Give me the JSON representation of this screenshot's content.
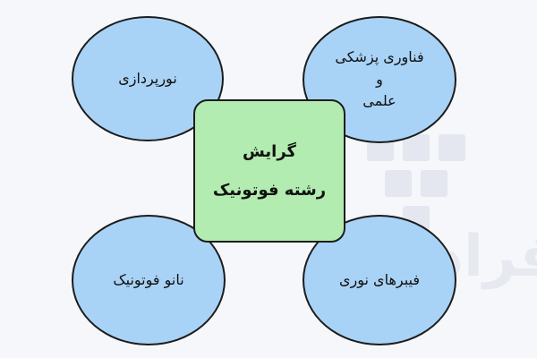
{
  "center": {
    "line1": "گرایش",
    "line2": "رشته فوتونیک"
  },
  "nodes": {
    "top_left": "نورپردازی",
    "top_right": "فناوری پزشکی\nو\nعلمی",
    "bottom_left": "نانو فوتونیک",
    "bottom_right": "فیبرهای نوری"
  },
  "watermark": {
    "text": "فرادرس",
    "icon": "faradars-logo-icon"
  },
  "colors": {
    "circle_fill": "#a9d3f6",
    "center_fill": "#b2ecb0",
    "outline": "#1c1c1c",
    "background": "#f5f7fa"
  }
}
